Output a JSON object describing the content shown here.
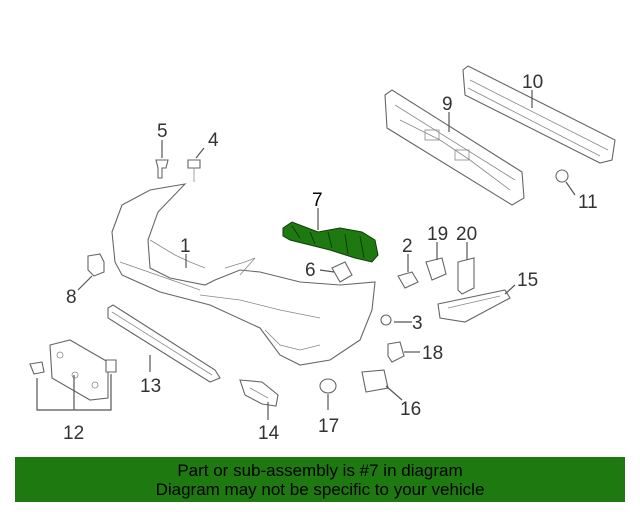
{
  "callouts": [
    {
      "id": "n1",
      "label": "1"
    },
    {
      "id": "n2",
      "label": "2"
    },
    {
      "id": "n3",
      "label": "3"
    },
    {
      "id": "n4",
      "label": "4"
    },
    {
      "id": "n5",
      "label": "5"
    },
    {
      "id": "n6",
      "label": "6"
    },
    {
      "id": "n7",
      "label": "7"
    },
    {
      "id": "n8",
      "label": "8"
    },
    {
      "id": "n9",
      "label": "9"
    },
    {
      "id": "n10",
      "label": "10"
    },
    {
      "id": "n11",
      "label": "11"
    },
    {
      "id": "n12",
      "label": "12"
    },
    {
      "id": "n13",
      "label": "13"
    },
    {
      "id": "n14",
      "label": "14"
    },
    {
      "id": "n15",
      "label": "15"
    },
    {
      "id": "n16",
      "label": "16"
    },
    {
      "id": "n17",
      "label": "17"
    },
    {
      "id": "n18",
      "label": "18"
    },
    {
      "id": "n19",
      "label": "19"
    },
    {
      "id": "n20",
      "label": "20"
    }
  ],
  "highlight_color": "#1e7a10",
  "banner": {
    "line1": "Part or sub-assembly is #7 in diagram",
    "line2": "Diagram may not be specific to your vehicle"
  }
}
